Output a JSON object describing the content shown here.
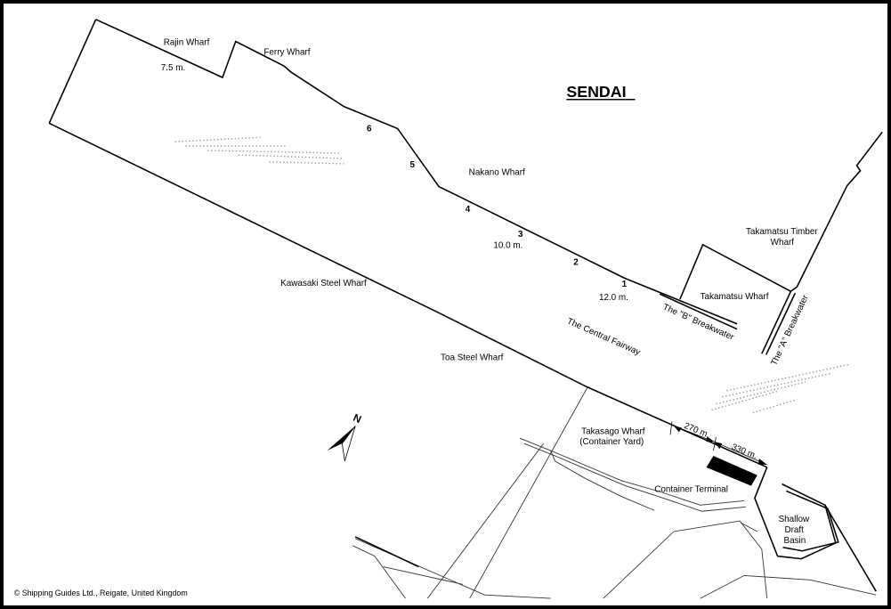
{
  "map": {
    "title": "SENDAI",
    "copyright": "© Shipping Guides Ltd., Reigate, United Kingdom",
    "north": "N",
    "labels": {
      "rajin_wharf": "Rajin Wharf",
      "rajin_depth": "7.5 m.",
      "ferry_wharf": "Ferry Wharf",
      "nakano_wharf": "Nakano Wharf",
      "nakano_depth": "10.0 m.",
      "berth_12_depth": "12.0 m.",
      "kawasaki_steel_wharf": "Kawasaki Steel Wharf",
      "toa_steel_wharf": "Toa Steel Wharf",
      "central_fairway": "The Central Fairway",
      "b_breakwater": "The \"B\" Breakwater",
      "a_breakwater": "The \"A\" Breakwater",
      "takamatsu_timber_1": "Takamatsu Timber",
      "takamatsu_timber_2": "Wharf",
      "takamatsu_wharf": "Takamatsu Wharf",
      "takasago_1": "Takasago Wharf",
      "takasago_2": "(Container Yard)",
      "container_terminal": "Container Terminal",
      "shallow_1": "Shallow",
      "shallow_2": "Draft",
      "shallow_3": "Basin",
      "dim_270": "270 m.",
      "dim_330": "330 m."
    },
    "berths": [
      "6",
      "5",
      "4",
      "3",
      "2",
      "1"
    ]
  }
}
